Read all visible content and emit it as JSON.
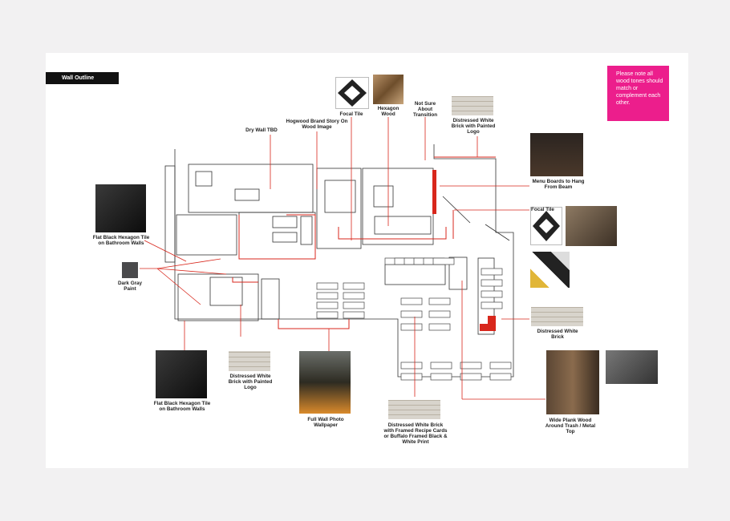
{
  "header": {
    "title": "Wall Outline"
  },
  "note": {
    "text": "Please note all wood tones should match or complement each other.",
    "bg_color": "#ec1e8c"
  },
  "accent_color": "#d8271c",
  "labels": {
    "focal_tile_top": "Focal Tile",
    "hexagon_wood": "Hexagon Wood",
    "not_sure": "Not Sure About Transition",
    "distressed_brick_logo_top": "Distressed White Brick with Painted Logo",
    "hogwood": "Hogwood Brand Story On Wood Image",
    "dry_wall": "Dry Wall TBD",
    "menu_boards": "Menu Boards to Hang From Beam",
    "focal_tile_right": "Focal Tile",
    "flat_black_top": "Flat Black Hexagon Tile on Bathroom Walls",
    "dark_gray": "Dark Gray Paint",
    "distressed_brick_right": "Distressed White Brick",
    "flat_black_bottom": "Flat Black Hexagon Tile on Bathroom Walls",
    "distressed_brick_logo_bottom": "Distressed White Brick with Painted Logo",
    "full_wall_photo": "Full Wall Photo Wallpaper",
    "recipe_cards": "Distressed White Brick with Framed Recipe Cards or Buffalo Framed Black & White Print",
    "wide_plank": "Wide Plank Wood Around Trash / Metal Top"
  }
}
